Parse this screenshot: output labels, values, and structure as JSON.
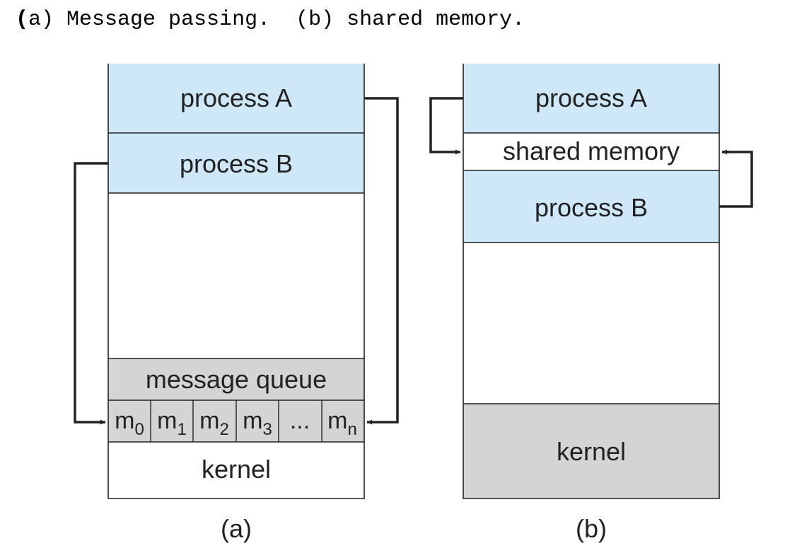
{
  "heading": {
    "open_paren": "(",
    "rest": "a) Message passing.  (b) shared memory."
  },
  "colors": {
    "process": "#cfe8f8",
    "kernel_gray": "#d4d4d6",
    "stroke": "#222222",
    "empty": "#ffffff"
  },
  "diagram_a": {
    "caption": "(a)",
    "process_a": "process A",
    "process_b": "process B",
    "message_queue": "message queue",
    "kernel": "kernel",
    "queue_cells": [
      {
        "base": "m",
        "sub": "0"
      },
      {
        "base": "m",
        "sub": "1"
      },
      {
        "base": "m",
        "sub": "2"
      },
      {
        "base": "m",
        "sub": "3"
      },
      {
        "base": "...",
        "sub": ""
      },
      {
        "base": "m",
        "sub": "n"
      }
    ]
  },
  "diagram_b": {
    "caption": "(b)",
    "process_a": "process A",
    "shared_memory": "shared memory",
    "process_b": "process B",
    "kernel": "kernel"
  }
}
